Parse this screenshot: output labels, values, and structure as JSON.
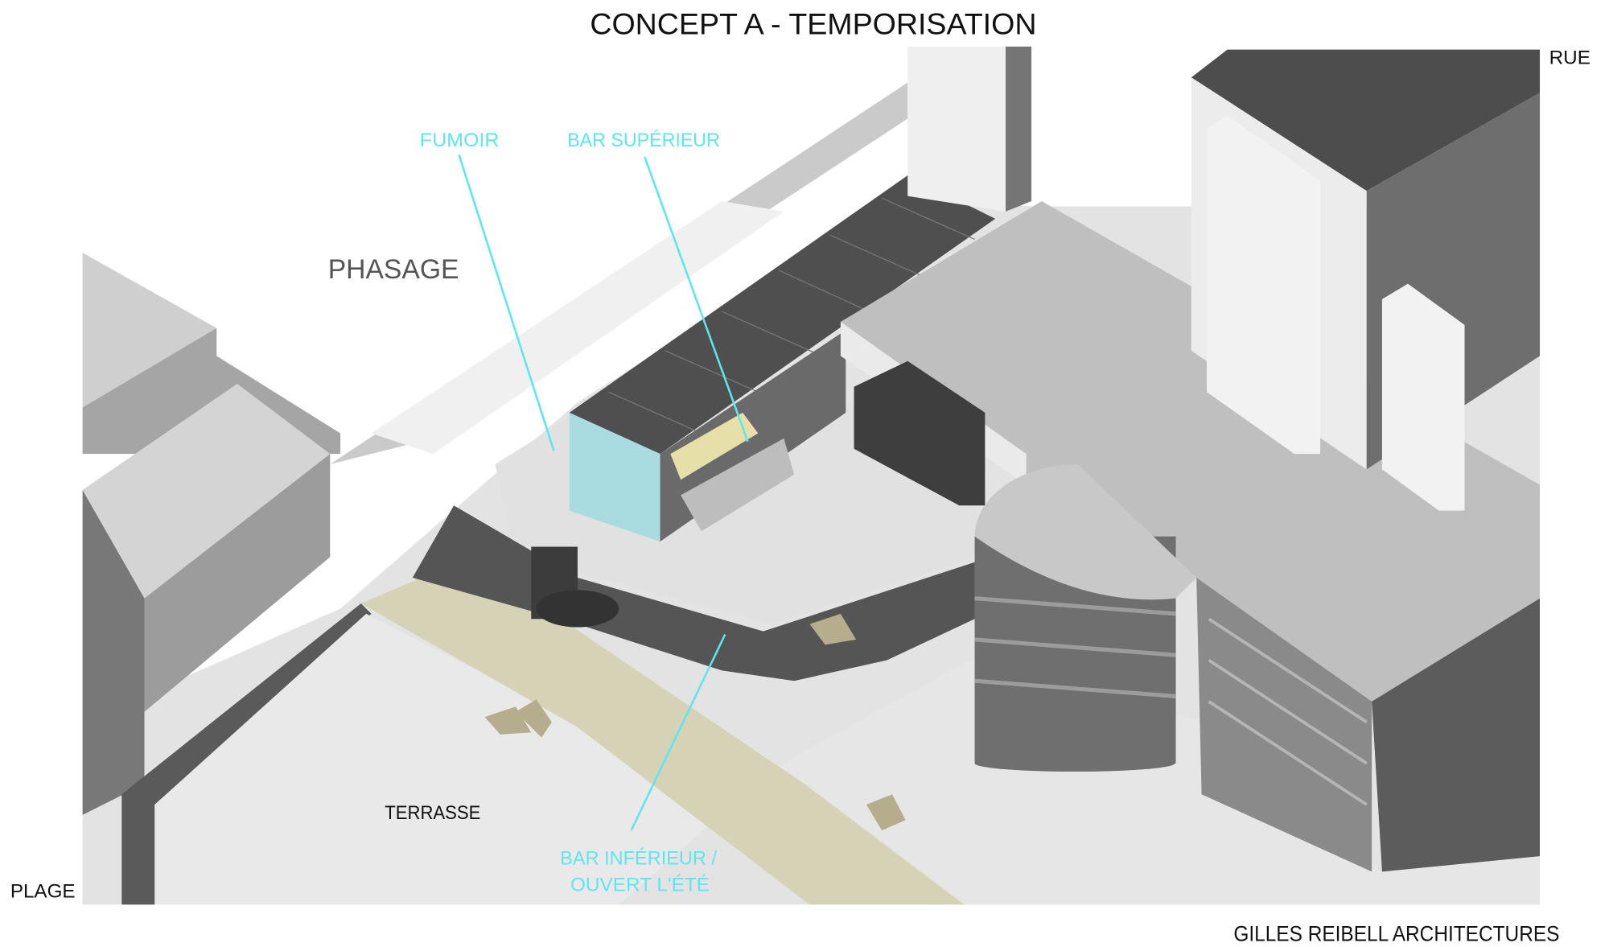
{
  "title": "CONCEPT A - TEMPORISATION",
  "labels": {
    "phasage": "PHASAGE",
    "fumoir": "FUMOIR",
    "bar_superieur": "BAR SUPÉRIEUR",
    "terrasse": "TERRASSE",
    "bar_inferieur_line1": "BAR INFÉRIEUR /",
    "bar_inferieur_line2": "OUVERT L'ÉTÉ",
    "plage": "PLAGE",
    "rue": "RUE"
  },
  "credit": "GILLES REIBELL ARCHITECTURES",
  "colors": {
    "annotation": "#5ee6ee",
    "path": "#d5d2b5",
    "glass": "#a8dce0"
  }
}
